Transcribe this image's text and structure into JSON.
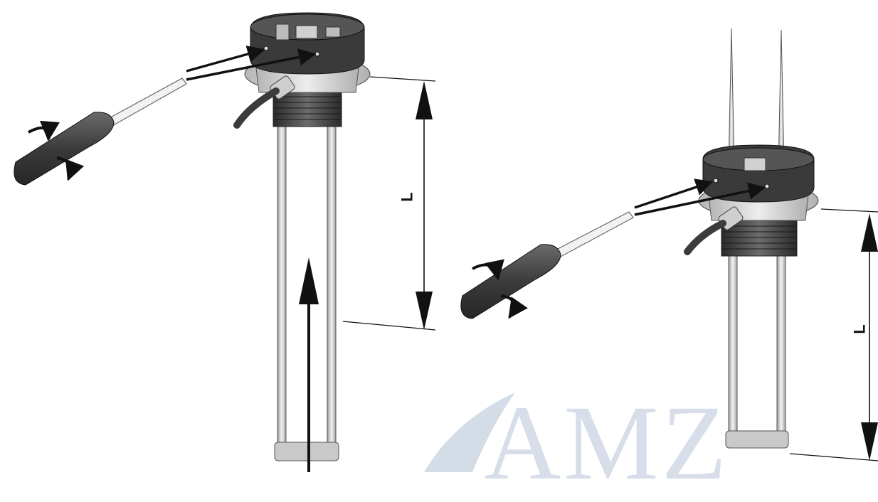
{
  "diagram": {
    "left_assembly": {
      "dimension_label": "L"
    },
    "right_assembly": {
      "dimension_label": "L"
    }
  },
  "watermark": {
    "text": "AMZ"
  },
  "colors": {
    "line": "#111111",
    "body_dark": "#3a3a3a",
    "body_mid": "#7a7a7a",
    "body_light": "#d8d8d8",
    "handle": "#4a4a4a",
    "watermark": "#b8c4d8"
  }
}
